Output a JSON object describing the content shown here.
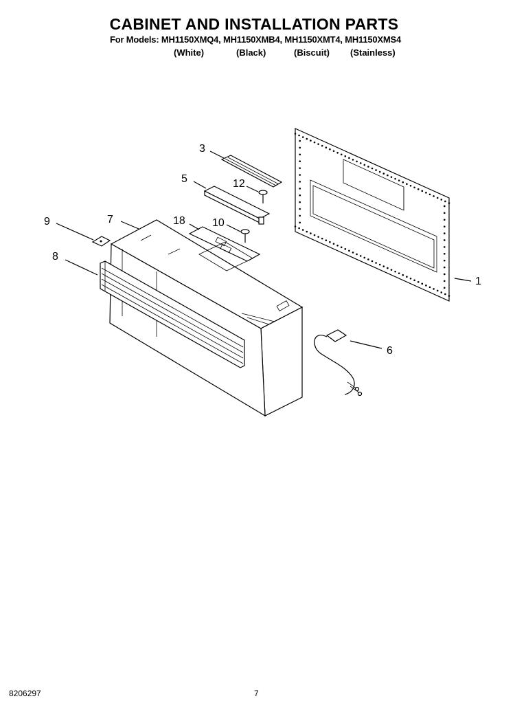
{
  "header": {
    "title": "CABINET AND INSTALLATION PARTS",
    "models": "For Models: MH1150XMQ4, MH1150XMB4, MH1150XMT4, MH1150XMS4",
    "colors": [
      "(White)",
      "(Black)",
      "(Biscuit)",
      "(Stainless)"
    ]
  },
  "callouts": {
    "c1": "1",
    "c3": "3",
    "c5": "5",
    "c6": "6",
    "c7": "7",
    "c8": "8",
    "c9": "9",
    "c10": "10",
    "c12": "12",
    "c18": "18"
  },
  "footer": {
    "doc_number": "8206297",
    "page_number": "7"
  }
}
